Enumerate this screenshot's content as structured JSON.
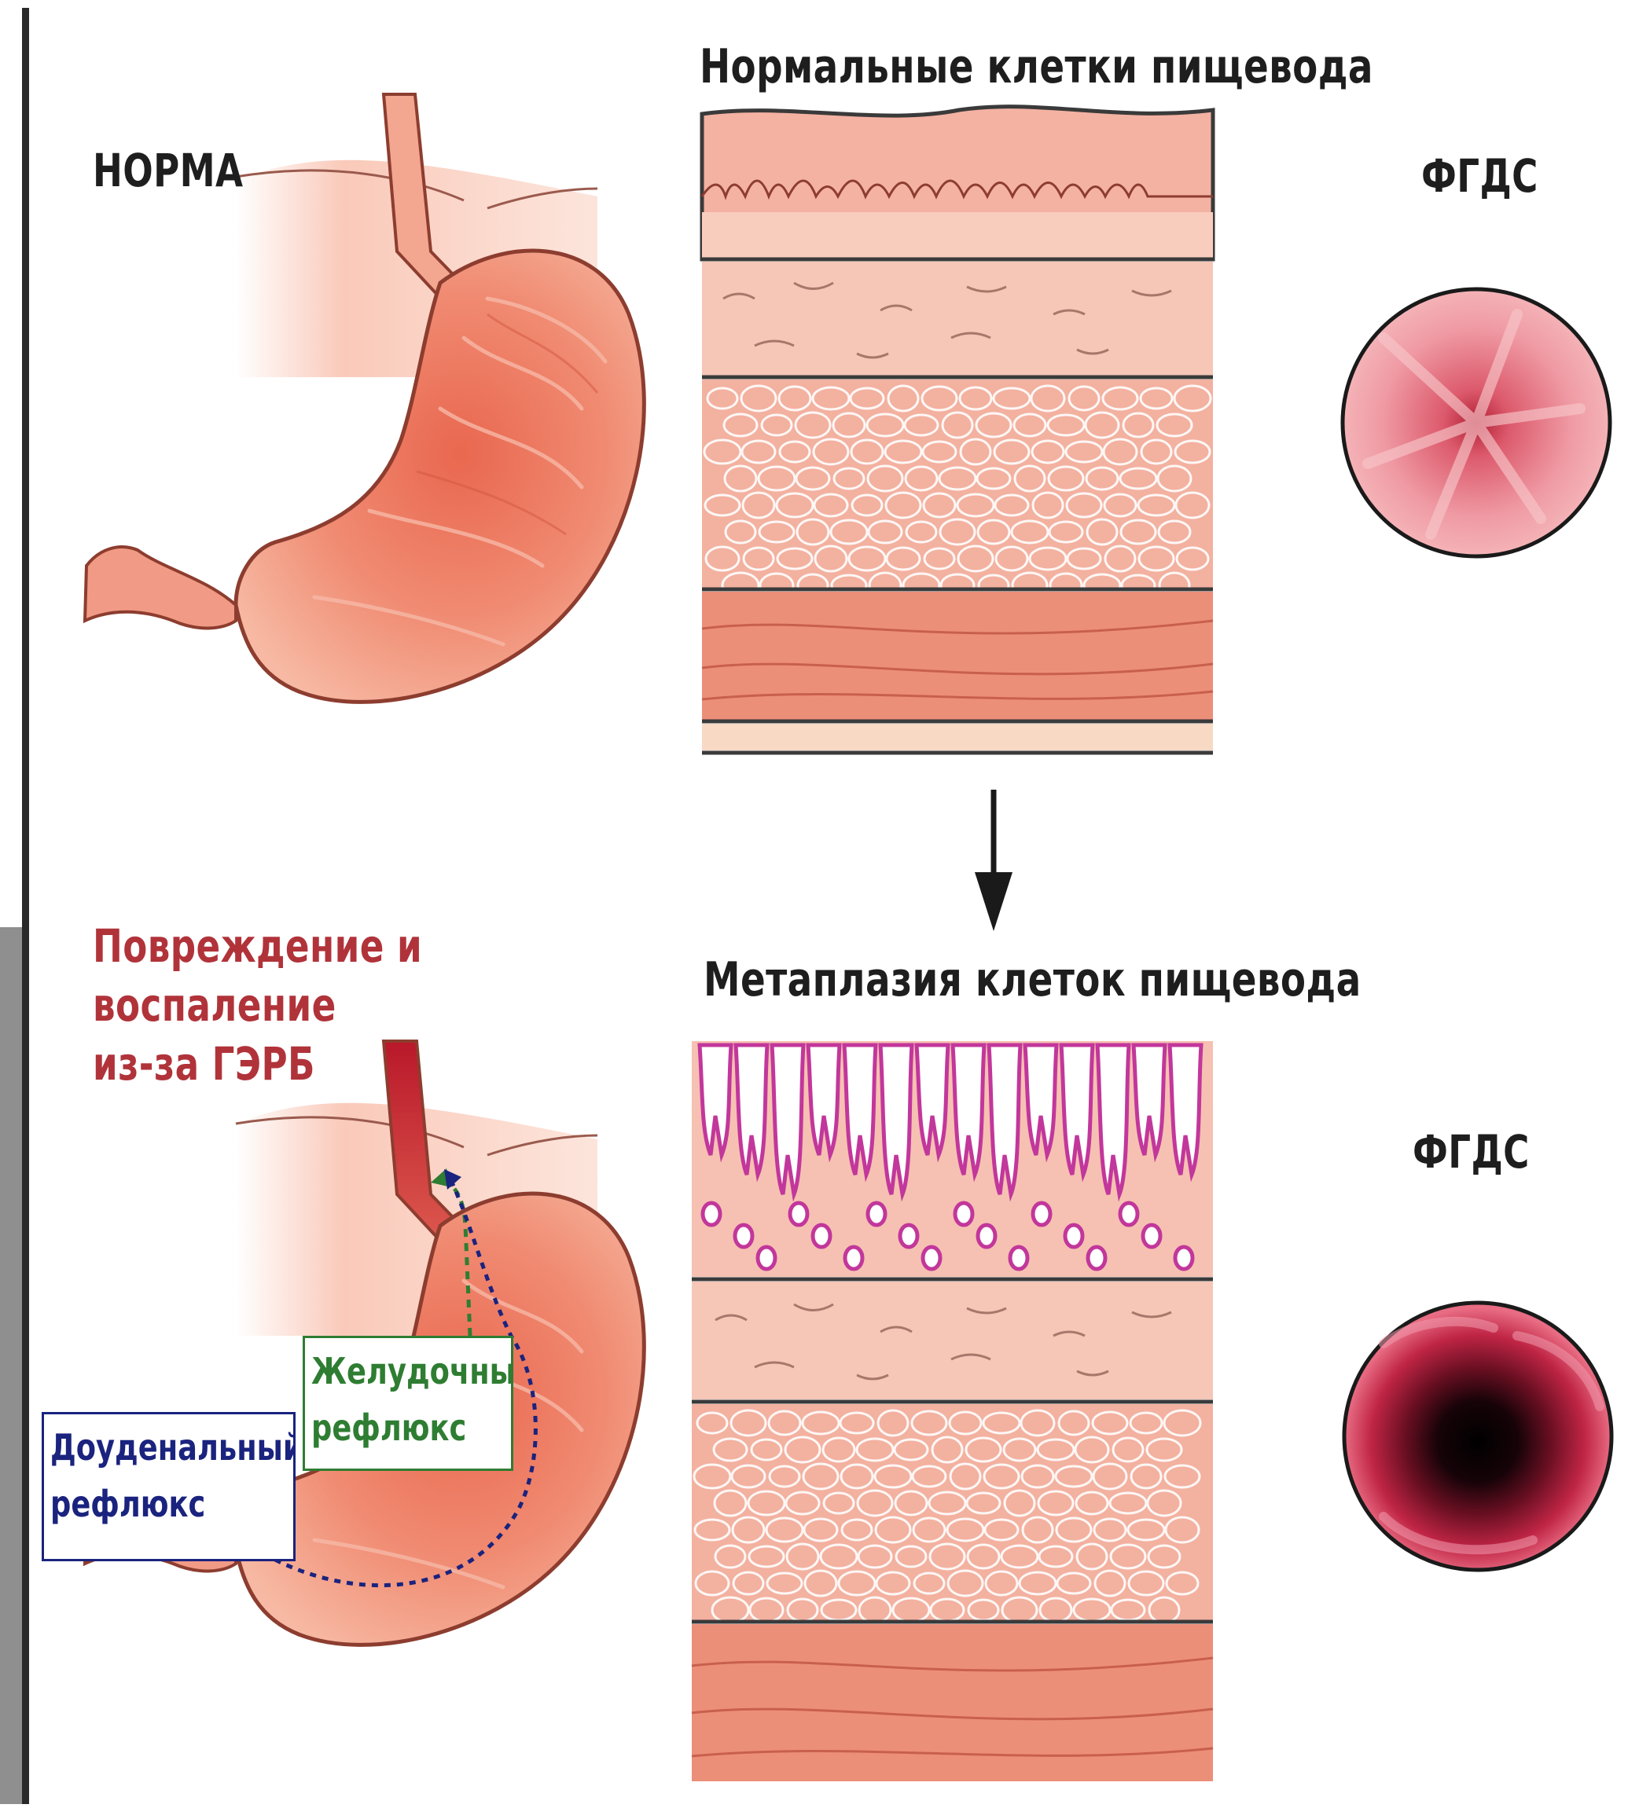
{
  "labels": {
    "normal_title": "НОРМА",
    "normal_cells_title": "Нормальные клетки пищевода",
    "fgds_top": "ФГДС",
    "damage_title_line1": "Повреждение и",
    "damage_title_line2": "воспаление",
    "damage_title_line3": "из-за ГЭРБ",
    "metaplasia_title": "Метаплазия клеток пищевода",
    "fgds_bottom": "ФГДС",
    "gastric_reflux_line1": "Желудочный",
    "gastric_reflux_line2": "рефлюкс",
    "duodenal_reflux_line1": "Доуденальный",
    "duodenal_reflux_line2": "рефлюкс"
  },
  "icons": {
    "arrow": "down-arrow-icon"
  },
  "colors": {
    "heading_dark": "#1e1e1e",
    "heading_red": "#b1333a",
    "gastric_reflux": "#2e7d32",
    "duodenal_reflux": "#1a237e",
    "tissue_light": "#f9c9b8",
    "tissue_mid": "#f2a58e",
    "tissue_dark": "#d9654d",
    "metaplasia_outline": "#c2379b",
    "endoscopy_normal": "#e7828c",
    "endoscopy_inflamed": "#8b1028"
  }
}
